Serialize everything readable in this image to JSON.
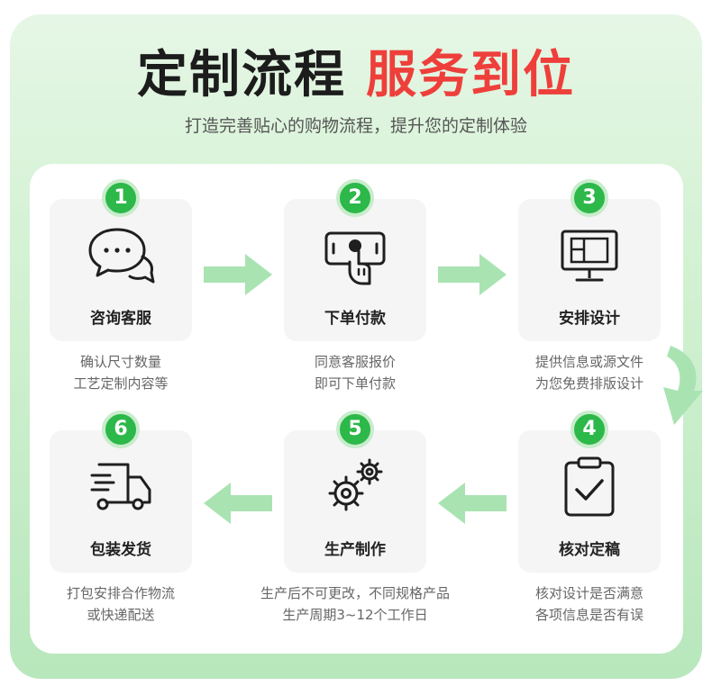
{
  "header": {
    "title_dark": "定制流程",
    "title_red": "服务到位",
    "subtitle": "打造完善贴心的购物流程，提升您的定制体验"
  },
  "colors": {
    "accent": "#2db84a",
    "highlight": "#ee3f3b",
    "arrow": "#a9e3b2"
  },
  "steps": [
    {
      "number": "1",
      "title": "咨询客服",
      "icon": "chat-bubbles-icon",
      "desc_line1": "确认尺寸数量",
      "desc_line2": "工艺定制内容等"
    },
    {
      "number": "2",
      "title": "下单付款",
      "icon": "phone-tap-icon",
      "desc_line1": "同意客服报价",
      "desc_line2": "即可下单付款"
    },
    {
      "number": "3",
      "title": "安排设计",
      "icon": "monitor-layout-icon",
      "desc_line1": "提供信息或源文件",
      "desc_line2": "为您免费排版设计"
    },
    {
      "number": "4",
      "title": "核对定稿",
      "icon": "clipboard-check-icon",
      "desc_line1": "核对设计是否满意",
      "desc_line2": "各项信息是否有误"
    },
    {
      "number": "5",
      "title": "生产制作",
      "icon": "gears-icon",
      "desc_line1": "生产后不可更改，不同规格产品",
      "desc_line2": "生产周期3~12个工作日"
    },
    {
      "number": "6",
      "title": "包装发货",
      "icon": "delivery-truck-icon",
      "desc_line1": "打包安排合作物流",
      "desc_line2": "或快递配送"
    }
  ]
}
